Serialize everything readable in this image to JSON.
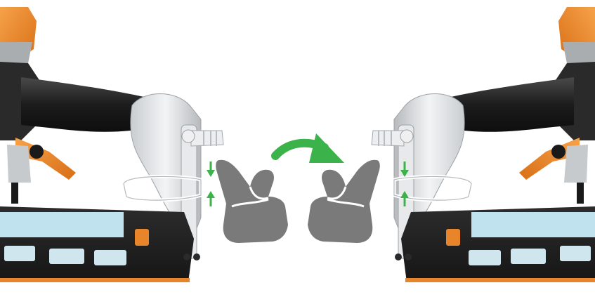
{
  "illustration": {
    "left_tool": {
      "icon": "nail-gun-left"
    },
    "right_tool": {
      "icon": "nail-gun-right-mirrored"
    },
    "left_hand": {
      "icon": "hand-pressing-trigger"
    },
    "right_hand": {
      "icon": "hand-pressing-trigger"
    },
    "curved_arrow": {
      "icon": "curved-arrow-right",
      "color": "#3cb34a"
    },
    "adjust_arrows": {
      "icon": "up-down-arrows",
      "color": "#3cb34a"
    }
  },
  "colors": {
    "body": "#1e1e1e",
    "metal": "#d9dcdf",
    "orange": "#e8842a",
    "hand": "#7a7a7a",
    "accent_green": "#3cb34a",
    "magazine_window": "#bfe2ee"
  }
}
